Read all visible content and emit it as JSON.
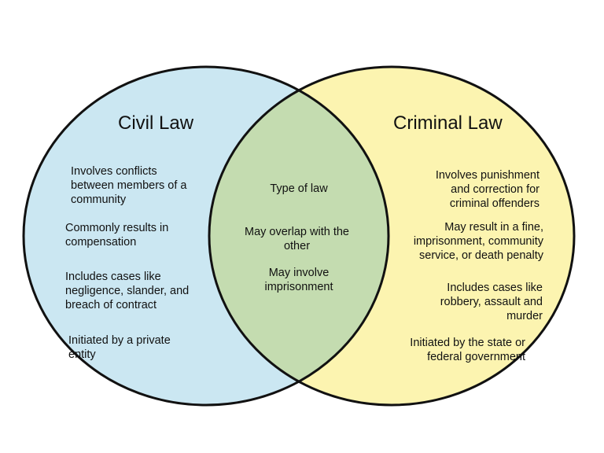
{
  "colors": {
    "civil_fill": "#cbe7f2",
    "criminal_fill": "#fcf4b0",
    "overlap_fill": "#c4dcb0",
    "outline": "#111111"
  },
  "civil": {
    "title": "Civil Law",
    "items": [
      "Involves conflicts between members of a community",
      "Commonly results in compensation",
      "Includes cases like negligence, slander, and breach of contract",
      "Initiated by a private entity"
    ]
  },
  "criminal": {
    "title": "Criminal Law",
    "items": [
      "Involves punishment and correction for criminal offenders",
      "May result in a fine, imprisonment, community service, or death penalty",
      "Includes cases like robbery, assault and murder",
      "Initiated by the state or federal government"
    ]
  },
  "overlap": {
    "items": [
      "Type of law",
      "May overlap with the other",
      "May involve imprisonment"
    ]
  }
}
